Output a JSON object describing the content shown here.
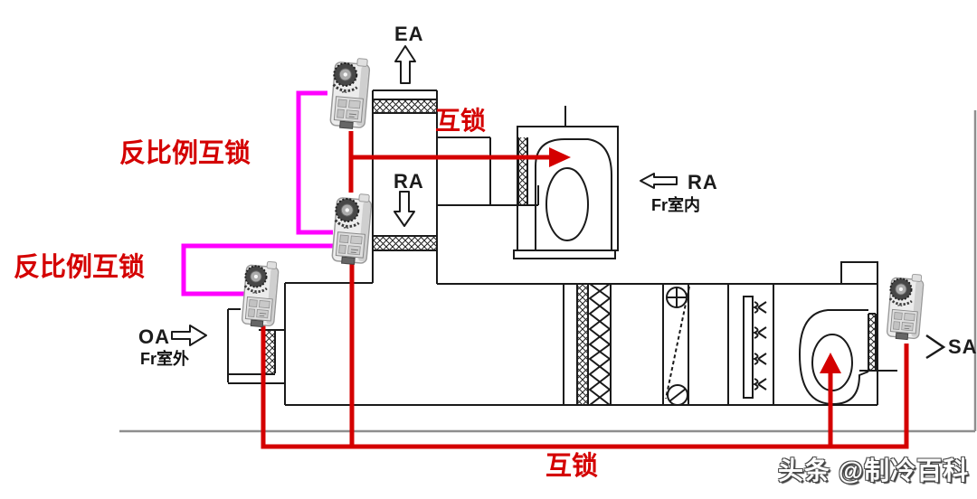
{
  "diagram": {
    "watermark": "头条 @制冷百科",
    "airflow_labels": {
      "ea": "EA",
      "ra_duct": "RA",
      "ra_return": "RA",
      "oa": "OA",
      "sa": "SA"
    },
    "location_labels": {
      "fr_indoor": "Fr室内",
      "fr_outdoor": "Fr室外"
    },
    "annotations": {
      "interlock_top": "互锁",
      "interlock_bottom": "互锁",
      "inverse_interlock_top": "反比例互锁",
      "inverse_interlock_bottom": "反比例互锁"
    },
    "colors": {
      "interlock_line": "#d40000",
      "inverse_interlock_line": "#ff00ff",
      "diagram_line": "#1a1a1a",
      "ground_line": "#8e8e8e"
    }
  }
}
